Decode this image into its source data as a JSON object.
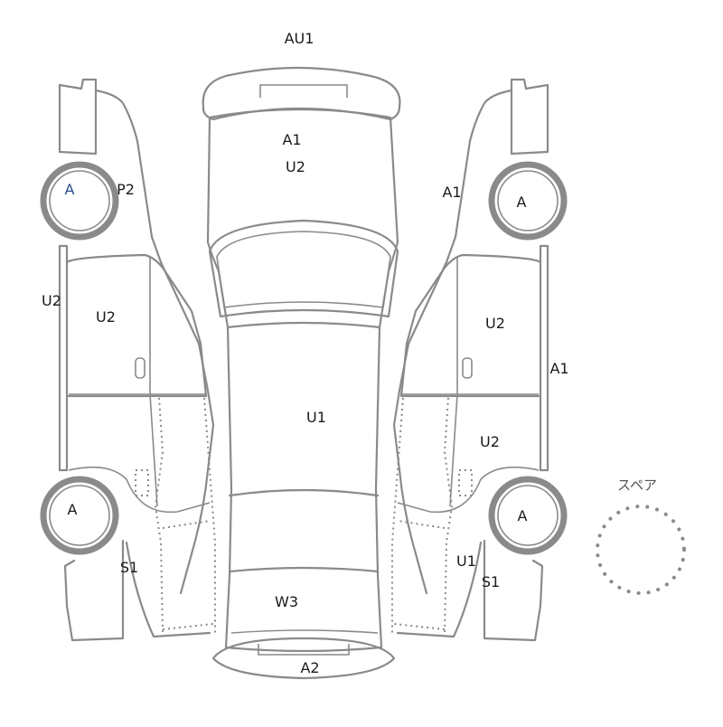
{
  "diagram": {
    "labels": [
      {
        "id": "au1",
        "text": "AU1",
        "color": "#1a1a1a"
      },
      {
        "id": "a1-roof",
        "text": "A1",
        "color": "#1a1a1a"
      },
      {
        "id": "u2-roof",
        "text": "U2",
        "color": "#1a1a1a"
      },
      {
        "id": "a-left-front-wheel",
        "text": "A",
        "color": "#2a4b8d"
      },
      {
        "id": "p2-left-fender",
        "text": "P2",
        "color": "#1a1a1a"
      },
      {
        "id": "u2-left-pillar",
        "text": "U2",
        "color": "#1a1a1a"
      },
      {
        "id": "u2-left-door",
        "text": "U2",
        "color": "#1a1a1a"
      },
      {
        "id": "a-left-rear-wheel",
        "text": "A",
        "color": "#1a1a1a"
      },
      {
        "id": "s1-left-rear",
        "text": "S1",
        "color": "#1a1a1a"
      },
      {
        "id": "u1-hood",
        "text": "U1",
        "color": "#1a1a1a"
      },
      {
        "id": "w3-windshield",
        "text": "W3",
        "color": "#1a1a1a"
      },
      {
        "id": "a2-front-bumper",
        "text": "A2",
        "color": "#1a1a1a"
      },
      {
        "id": "a1-right-fender",
        "text": "A1",
        "color": "#1a1a1a"
      },
      {
        "id": "a-right-front-wheel",
        "text": "A",
        "color": "#1a1a1a"
      },
      {
        "id": "u2-right-door",
        "text": "U2",
        "color": "#1a1a1a"
      },
      {
        "id": "a1-right-sill",
        "text": "A1",
        "color": "#1a1a1a"
      },
      {
        "id": "u2-right-rear-door",
        "text": "U2",
        "color": "#1a1a1a"
      },
      {
        "id": "a-right-rear-wheel",
        "text": "A",
        "color": "#1a1a1a"
      },
      {
        "id": "u1-right-rear",
        "text": "U1",
        "color": "#1a1a1a"
      },
      {
        "id": "s1-right-rear",
        "text": "S1",
        "color": "#1a1a1a"
      }
    ],
    "spare_label": "スペア",
    "line_color": "#8a8a8a"
  }
}
